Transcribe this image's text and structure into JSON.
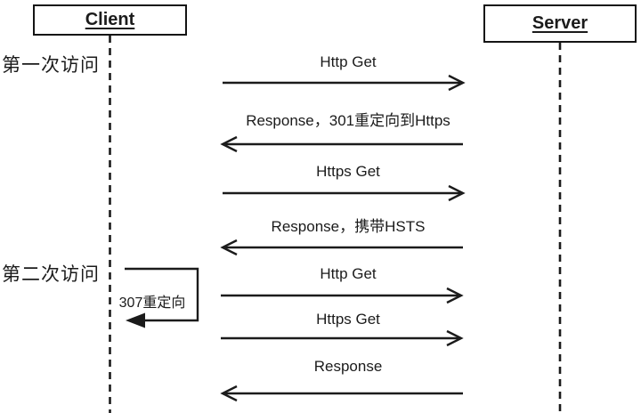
{
  "diagram": {
    "actors": [
      {
        "name": "Client"
      },
      {
        "name": "Server"
      }
    ],
    "phases": [
      {
        "label": "第一次访问"
      },
      {
        "label": "第二次访问"
      }
    ],
    "messages": [
      {
        "label": "Http Get",
        "from": "Client",
        "to": "Server",
        "direction": "right"
      },
      {
        "label": "Response，301重定向到Https",
        "from": "Server",
        "to": "Client",
        "direction": "left"
      },
      {
        "label": "Https Get",
        "from": "Client",
        "to": "Server",
        "direction": "right"
      },
      {
        "label": "Response，携带HSTS",
        "from": "Server",
        "to": "Client",
        "direction": "left"
      },
      {
        "label": "Http Get",
        "from": "Client",
        "to": "Server",
        "direction": "right"
      },
      {
        "label": "Https Get",
        "from": "Client",
        "to": "Server",
        "direction": "right"
      },
      {
        "label": "Response",
        "from": "Server",
        "to": "Client",
        "direction": "left"
      }
    ],
    "self_message": {
      "label": "307重定向",
      "actor": "Client"
    },
    "colors": {
      "line": "#1b1b1b",
      "background": "#ffffff",
      "text": "#1b1b1b"
    }
  }
}
